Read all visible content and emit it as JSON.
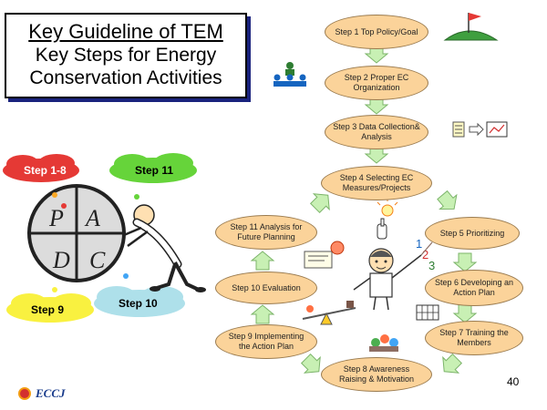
{
  "title": {
    "line1": "Key Guideline of TEM",
    "line2": "Key Steps for Energy",
    "line3": "Conservation Activities"
  },
  "steps": [
    {
      "label": "Step 1 Top Policy/Goal"
    },
    {
      "label": "Step 2 Proper EC Organization"
    },
    {
      "label": "Step 3 Data Collection& Analysis"
    },
    {
      "label": "Step 4 Selecting EC Measures/Projects"
    },
    {
      "label": "Step 5 Prioritizing"
    },
    {
      "label": "Step 6 Developing an Action Plan"
    },
    {
      "label": "Step 7 Training the Members"
    },
    {
      "label": "Step 8 Awareness Raising & Motivation"
    },
    {
      "label": "Step 9 Implementing the Action Plan"
    },
    {
      "label": "Step 10 Evaluation"
    },
    {
      "label": "Step 11 Analysis for Future Planning"
    }
  ],
  "pdca": {
    "letters": [
      "P",
      "A",
      "D",
      "C"
    ],
    "clouds": [
      {
        "label": "Step 1-8",
        "color": "#e53935"
      },
      {
        "label": "Step 11",
        "color": "#66d43a"
      },
      {
        "label": "Step 9",
        "color": "#f9f140"
      },
      {
        "label": "Step 10",
        "color": "#aee0ea"
      }
    ]
  },
  "page_number": "40",
  "logo": {
    "text": "ECCJ"
  },
  "colors": {
    "step_fill": "#fbd39a",
    "arrow_fill": "#c8f0b4",
    "title_shadow": "#1a237e"
  }
}
